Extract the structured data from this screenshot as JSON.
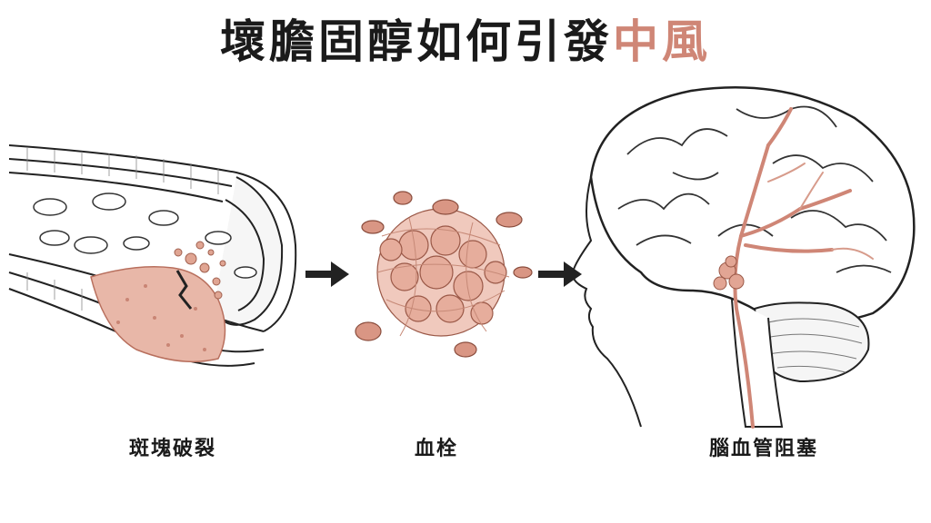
{
  "title": {
    "main": "壞膽固醇如何引發",
    "highlight": "中風"
  },
  "steps": [
    {
      "label": "斑塊破裂",
      "icon": "ruptured-plaque-artery-icon"
    },
    {
      "label": "血栓",
      "icon": "blood-clot-icon"
    },
    {
      "label": "腦血管阻塞",
      "icon": "brain-vessel-blockage-icon"
    }
  ],
  "colors": {
    "accent": "#cf8676",
    "line": "#222222",
    "plaque": "#e8b7a8",
    "cell": "#d99684"
  }
}
